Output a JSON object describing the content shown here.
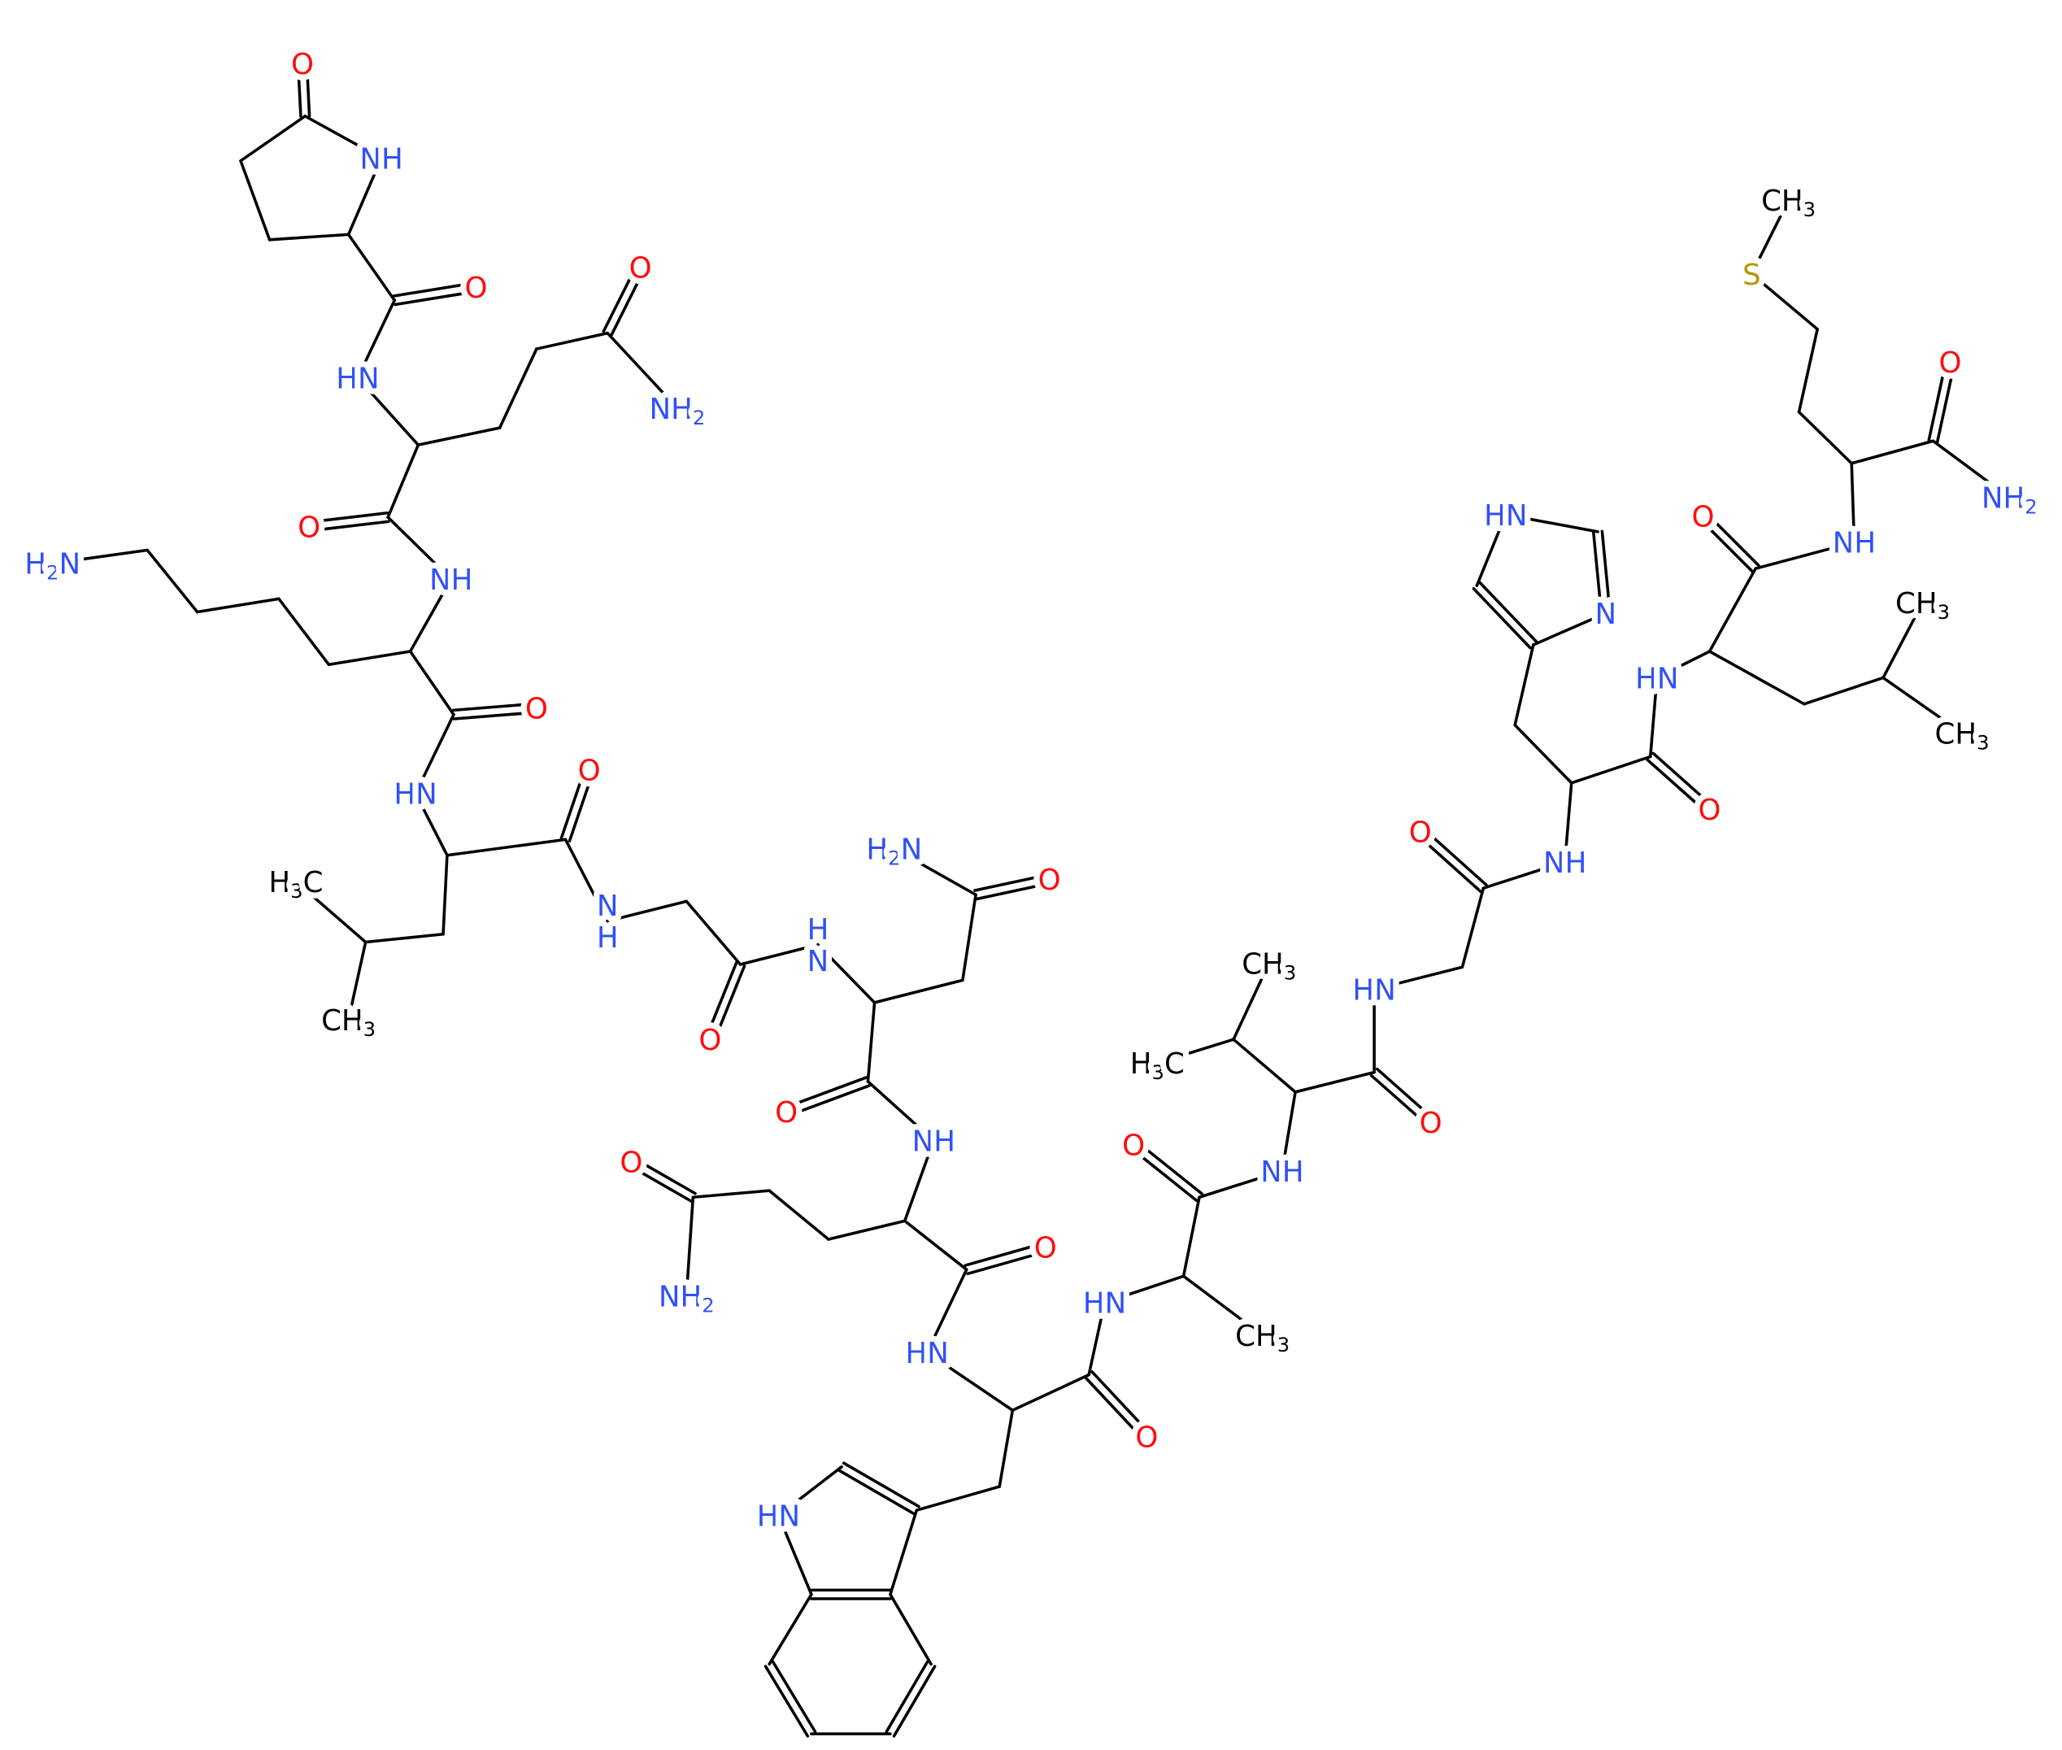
{
  "element_colors": {
    "N": "#3050F8",
    "O": "#FF0D0D",
    "S": "#B29A00",
    "C": "#000000"
  },
  "atoms": {
    "oA": [
      "O"
    ],
    "nA": [
      "N",
      "H"
    ],
    "o1": [
      "O"
    ],
    "n1": [
      "H",
      "N"
    ],
    "g1o": [
      "O"
    ],
    "g1n": [
      "NH",
      "2"
    ],
    "o2": [
      "O"
    ],
    "n2": [
      "N",
      "H"
    ],
    "k1n": [
      "H",
      "2",
      "N"
    ],
    "o3": [
      "O"
    ],
    "n3": [
      "H",
      "N"
    ],
    "l1m1": [
      "H",
      "3",
      "C"
    ],
    "l1m2": [
      "CH",
      "3"
    ],
    "o4": [
      "O"
    ],
    "n4": [
      "N",
      "H"
    ],
    "o5": [
      "O"
    ],
    "n5": [
      "H",
      "N"
    ],
    "a1o": [
      "O"
    ],
    "a1n": [
      "H",
      "2",
      "N"
    ],
    "o6": [
      "O"
    ],
    "n6": [
      "N",
      "H"
    ],
    "q2o": [
      "O"
    ],
    "q2n": [
      "NH",
      "2"
    ],
    "o7": [
      "O"
    ],
    "n7": [
      "H",
      "N"
    ],
    "i1": [
      "H",
      "N"
    ],
    "o8": [
      "O"
    ],
    "n8": [
      "H",
      "N"
    ],
    "al1m": [
      "CH",
      "3"
    ],
    "o9": [
      "O"
    ],
    "n9": [
      "N",
      "H"
    ],
    "v1m1": [
      "CH",
      "3"
    ],
    "v1m2": [
      "H",
      "3",
      "C"
    ],
    "o10": [
      "O"
    ],
    "n10": [
      "H",
      "N"
    ],
    "o11": [
      "O"
    ],
    "n11": [
      "N",
      "H"
    ],
    "im1": [
      "H",
      "N"
    ],
    "im3": [
      "N"
    ],
    "o12": [
      "O"
    ],
    "n12": [
      "H",
      "N"
    ],
    "l2m1": [
      "CH",
      "3"
    ],
    "l2m2": [
      "CH",
      "3"
    ],
    "o13": [
      "O"
    ],
    "n13": [
      "N",
      "H"
    ],
    "mS": [
      "S"
    ],
    "mm": [
      "CH",
      "3"
    ],
    "o14": [
      "O"
    ],
    "n14": [
      "NH",
      "2"
    ]
  }
}
